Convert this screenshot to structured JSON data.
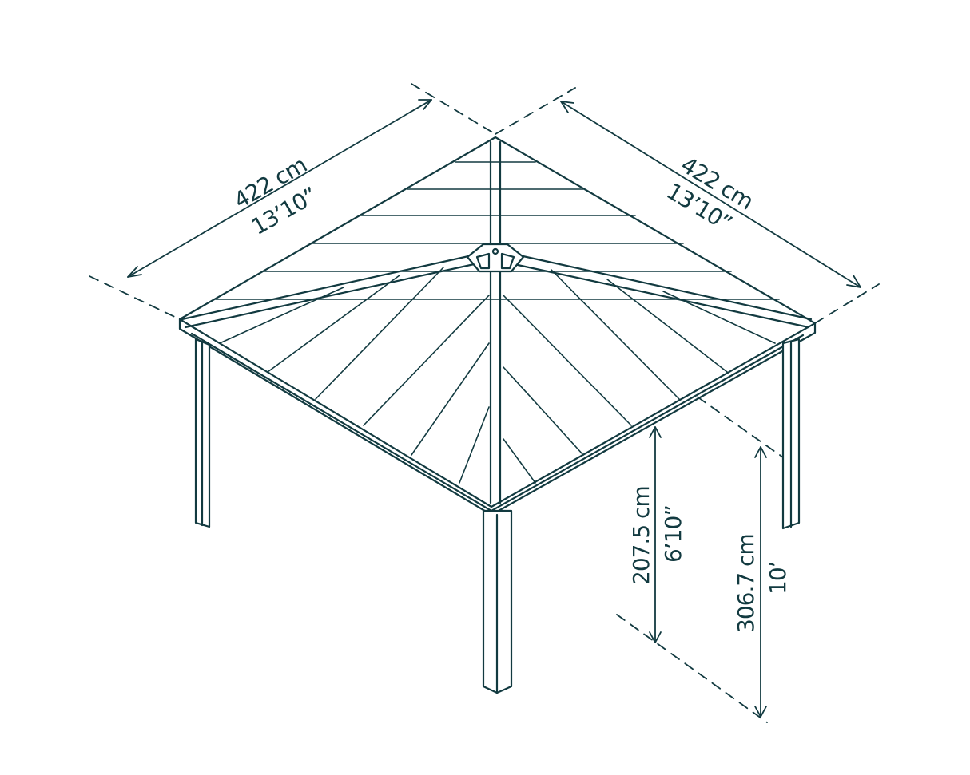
{
  "diagram": {
    "subject": "Hip-roof gazebo dimension drawing",
    "colors": {
      "line": "#123a40",
      "background": "#ffffff"
    },
    "dimensions": {
      "left_width": {
        "metric": "422 cm",
        "imperial": "13’10”"
      },
      "right_width": {
        "metric": "422 cm",
        "imperial": "13’10”"
      },
      "eave_height": {
        "metric": "207.5 cm",
        "imperial": "6’10”"
      },
      "total_height": {
        "metric": "306.7 cm",
        "imperial": "10’"
      }
    }
  }
}
